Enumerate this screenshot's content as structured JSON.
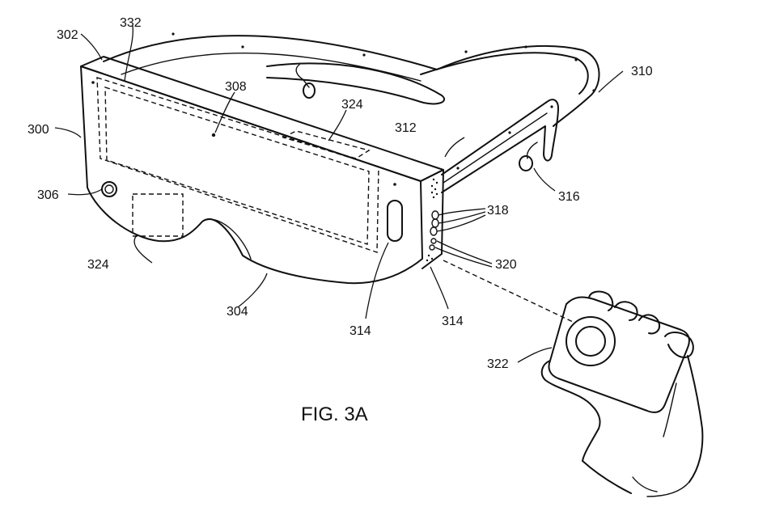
{
  "figure": {
    "caption": "FIG. 3A",
    "labels": {
      "r300": "300",
      "r302": "302",
      "r304": "304",
      "r306": "306",
      "r308": "308",
      "r310": "310",
      "r312": "312",
      "r314_front": "314",
      "r314_side": "314",
      "r316": "316",
      "r318": "318",
      "r320": "320",
      "r322": "322",
      "r324_top": "324",
      "r324_left": "324",
      "r332": "332"
    }
  },
  "colors": {
    "line": "#111111",
    "background": "#ffffff"
  }
}
